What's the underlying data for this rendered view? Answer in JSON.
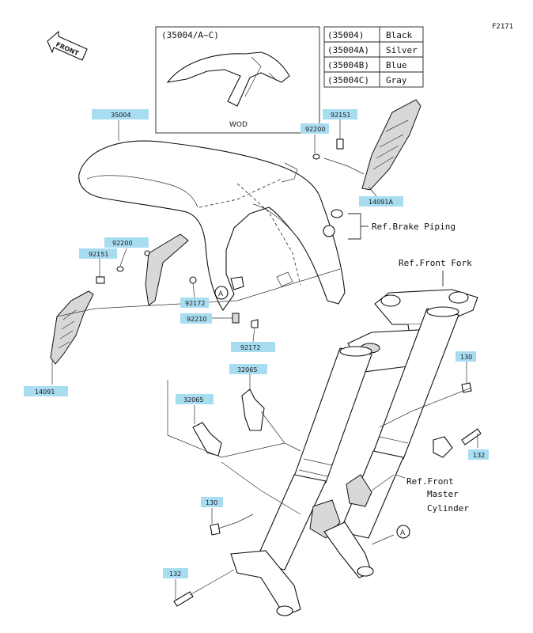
{
  "figure_id": "F2171",
  "front_label": "FRONT",
  "inset": {
    "title": "(35004/A~C)",
    "caption": "WOD"
  },
  "color_table": [
    {
      "code": "(35004)",
      "color": "Black"
    },
    {
      "code": "(35004A)",
      "color": "Silver"
    },
    {
      "code": "(35004B)",
      "color": "Blue"
    },
    {
      "code": "(35004C)",
      "color": "Gray"
    }
  ],
  "part_labels": {
    "fender": "35004",
    "washer_top": "92200",
    "bolt_top": "92151",
    "cover_right": "14091A",
    "washer_left": "92200",
    "bolt_left": "92151",
    "bolt_lower": "92172",
    "clip": "92210",
    "bolt_center": "92172",
    "bracket_upper": "32065",
    "bracket_lower": "32065",
    "cover_left": "14091",
    "bolt_fork_right": "130",
    "bolt_axle_right": "132",
    "bolt_fork_left": "130",
    "bolt_axle_left": "132"
  },
  "references": {
    "brake_piping": "Ref.Brake Piping",
    "front_fork": "Ref.Front Fork",
    "master_line1": "Ref.Front",
    "master_line2": "Master",
    "master_line3": "Cylinder"
  },
  "marker_a": "A",
  "accent_color": "#a8dcf0"
}
